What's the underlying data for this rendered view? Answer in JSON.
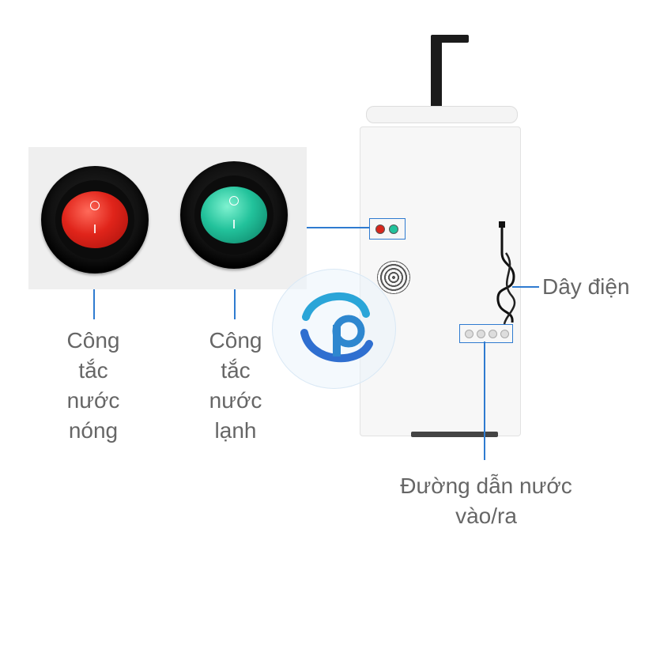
{
  "labels": {
    "hot_switch": [
      "Công",
      "tắc",
      "nước",
      "nóng"
    ],
    "cold_switch": [
      "Công",
      "tắc",
      "nước",
      "lạnh"
    ],
    "power_cord": "Dây điện",
    "water_lines": [
      "Đường dẫn nước",
      "vào/ra"
    ]
  },
  "logo": {
    "text": "GP"
  },
  "colors": {
    "callout": "#2f7bd0",
    "hot": "#e0241a",
    "cold": "#22c29b",
    "label": "#666666"
  }
}
